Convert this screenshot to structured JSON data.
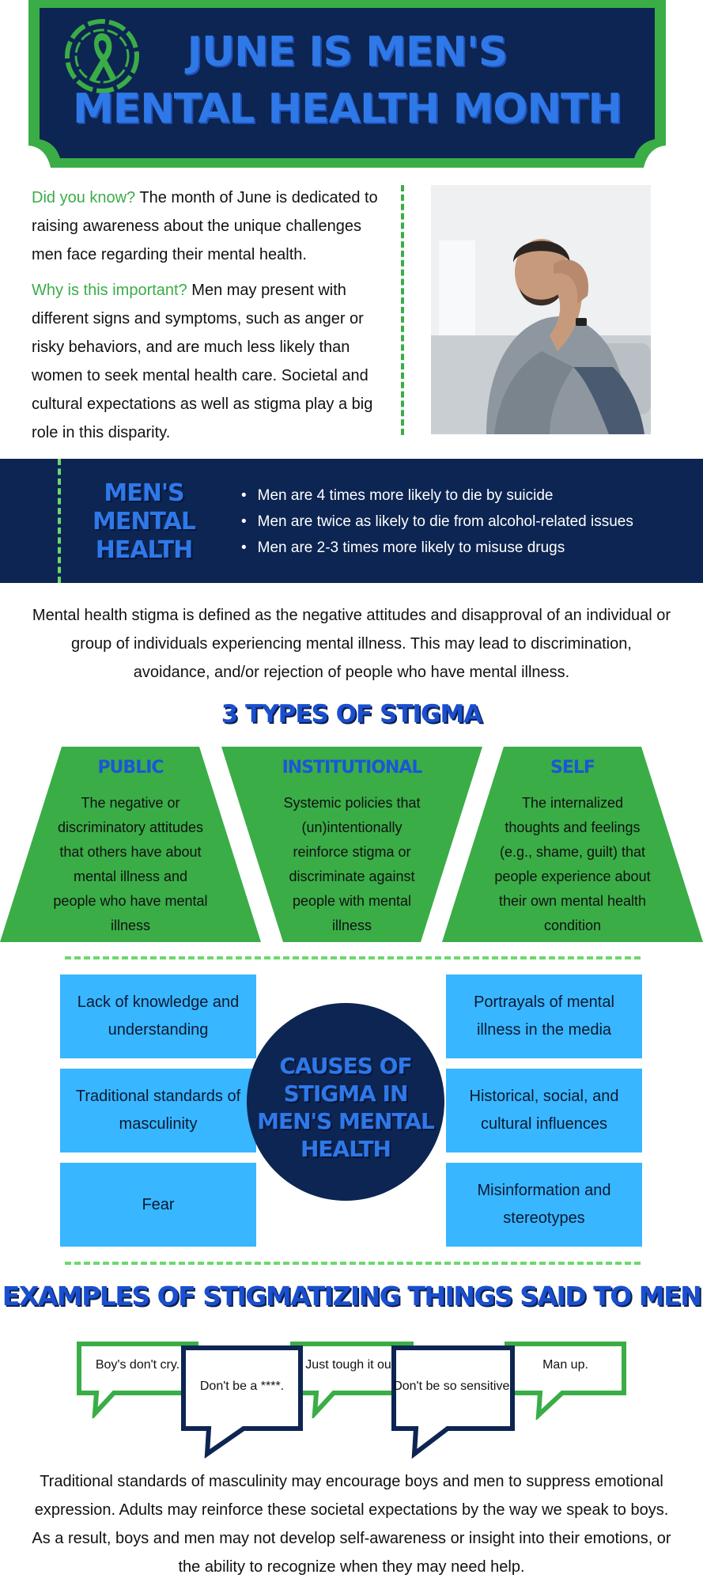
{
  "banner": {
    "title_line1": "JUNE IS MEN'S",
    "title_line2": "MENTAL HEALTH MONTH",
    "ribbon_icon": "awareness-ribbon-stamp-icon",
    "colors": {
      "navy": "#0d2552",
      "green": "#3aad47",
      "blue": "#2f78e8"
    }
  },
  "intro": {
    "did_you_know_lead": "Did you know?",
    "did_you_know_text": " The month of June is dedicated to raising awareness about the unique challenges men face regarding their mental health.",
    "why_lead": "Why is this important?",
    "why_text": " Men may present with different signs and symptoms, such as anger or risky behaviors, and are much less likely than women to seek mental health care. Societal and cultural expectations as well as stigma play a big role in this disparity."
  },
  "stats": {
    "label": "MEN'S MENTAL HEALTH",
    "items": [
      "Men are 4 times more likely to die by suicide",
      "Men are twice as likely to die from alcohol-related issues",
      "Men are 2-3 times more likely to misuse drugs"
    ]
  },
  "definition": "Mental health stigma is defined as the negative attitudes and disapproval of an individual or group of individuals experiencing mental illness. This may lead to discrimination, avoidance, and/or rejection of people who have mental illness.",
  "types": {
    "title": "3 TYPES OF STIGMA",
    "items": [
      {
        "heading": "PUBLIC",
        "text": "The negative or discriminatory attitudes that others have about mental illness and people who have mental illness"
      },
      {
        "heading": "INSTITUTIONAL",
        "text": "Systemic policies that (un)intentionally reinforce stigma or discriminate against people with mental illness"
      },
      {
        "heading": "SELF",
        "text": "The internalized thoughts and feelings (e.g., shame, guilt) that people experience about their own mental health condition"
      }
    ]
  },
  "causes": {
    "center": "CAUSES OF STIGMA IN MEN'S MENTAL HEALTH",
    "left": [
      "Lack of knowledge and understanding",
      "Traditional standards of masculinity",
      "Fear"
    ],
    "right": [
      "Portrayals of mental illness in the media",
      "Historical, social, and cultural influences",
      "Misinformation and stereotypes"
    ]
  },
  "examples": {
    "title": "EXAMPLES OF STIGMATIZING THINGS SAID TO MEN",
    "bubbles": [
      "Boy's don't cry.",
      "Don't be a ****.",
      "Just tough it out.",
      "Don't be so sensitive.",
      "Man up."
    ]
  },
  "closing": "Traditional standards of masculinity may encourage boys and men to suppress emotional expression. Adults may reinforce these societal expectations by the way we speak to boys. As a result, boys and men may not develop self-awareness or insight into their emotions, or the ability to recognize when they may need help."
}
